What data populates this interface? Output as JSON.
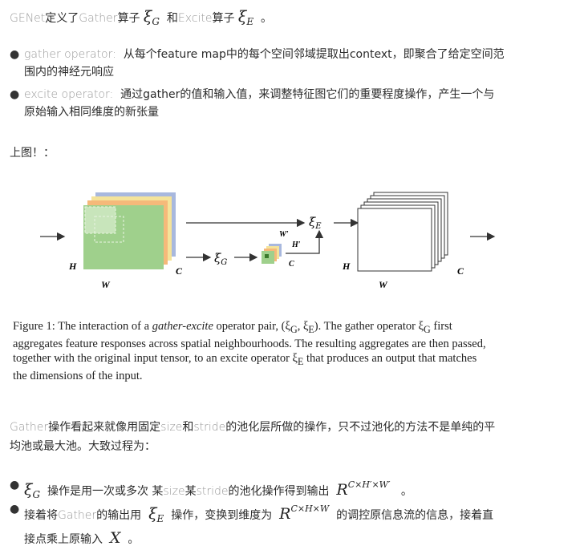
{
  "intro": {
    "prefix": "GENet",
    "text1": "定义了",
    "gather_word": "Gather",
    "text2": "算子",
    "xi_g": "ξ",
    "sub_g": "G",
    "text3": "和",
    "excite_word": "Excite",
    "text4": "算子",
    "xi_e": "ξ",
    "sub_e": "E",
    "text5": "。"
  },
  "bullets1": [
    {
      "term": "gather operator:",
      "line1": "从每个feature map中的每个空间邻域提取出context，即聚合了给定空间范",
      "line2": "围内的神经元响应"
    },
    {
      "term": "excite operator:",
      "line1": "通过gather的值和输入值，来调整特征图它们的重要程度操作，产生一个与",
      "line2": "原始输入相同维度的新张量"
    }
  ],
  "above_figure": "上图！：",
  "figure": {
    "labels": {
      "H_left": "H",
      "W_left": "W",
      "C_left": "C",
      "xi_g": "ξ",
      "xi_g_sub": "G",
      "xi_e": "ξ",
      "xi_e_sub": "E",
      "W_prime": "W′",
      "H_prime": "H′",
      "C_mid": "C",
      "H_right": "H",
      "W_right": "W",
      "C_right": "C"
    },
    "colors": {
      "front_green": "#9fd08c",
      "orange": "#f5b97a",
      "yellow": "#f4e39a",
      "blue": "#a8b8de",
      "arrow": "#333333"
    },
    "caption_line1_a": "Figure 1: The interaction of a ",
    "caption_line1_italic": "gather-excite",
    "caption_line1_b": " operator pair, (ξ",
    "caption_line1_c": "G",
    "caption_line1_d": ", ξ",
    "caption_line1_e": "E",
    "caption_line1_f": "). The gather operator ξ",
    "caption_line1_g": "G",
    "caption_line1_h": " first",
    "caption_line2": "aggregates feature responses across spatial neighbourhoods. The resulting aggregates are then passed,",
    "caption_line3_a": "together with the original input tensor, to an excite operator ξ",
    "caption_line3_b": "E",
    "caption_line3_c": " that produces an output that matches",
    "caption_line4": "the dimensions of the input."
  },
  "para2": {
    "gather_word": "Gather",
    "t1": "操作看起来就像用固定",
    "size_word": "size",
    "t2": "和",
    "stride_word": "stride",
    "t3": "的池化层所做的操作，只不过池化的方法不是单纯的平",
    "line2": "均池或最大池。大致过程为："
  },
  "bullets2": {
    "b1": {
      "xi": "ξ",
      "sub": "G",
      "t1": "操作是用一次或多次 某",
      "size_word": "size",
      "t2": "某",
      "stride_word": "stride",
      "t3": "的池化操作得到输出",
      "R": "R",
      "sup": "C×H′×W′",
      "t4": "。"
    },
    "b2": {
      "t1": "接着将",
      "gather_word": "Gather",
      "t2": "的输出用",
      "xi": "ξ",
      "sub": "E",
      "t3": "操作，变换到维度为",
      "R": "R",
      "sup": "C×H×W",
      "t4": "的调控原信息流的信息，接着直",
      "line2_a": "接点乘上原输入",
      "X": "X",
      "line2_b": "。"
    }
  }
}
